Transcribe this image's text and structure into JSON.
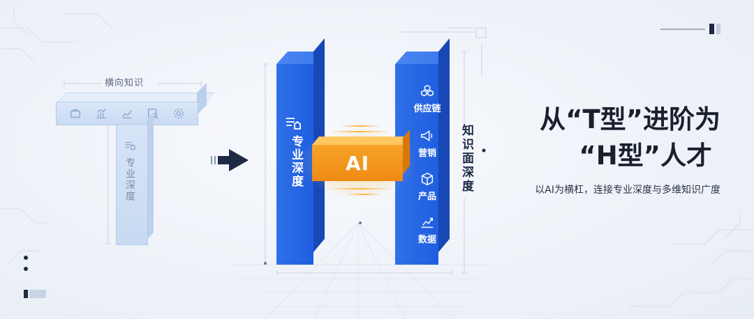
{
  "t_shape": {
    "top_label": "横向知识",
    "stem_text": "专业深度",
    "bar_icons": [
      "briefcase-icon",
      "bar-chart-icon",
      "line-chart-icon",
      "document-search-icon",
      "gear-icon"
    ],
    "stem_icon": "document-list-icon"
  },
  "h_shape": {
    "left_text": "专业深度",
    "ai_label": "AI",
    "right_items": [
      {
        "label": "供应链",
        "icon": "cubes-icon"
      },
      {
        "label": "营销",
        "icon": "megaphone-icon"
      },
      {
        "label": "产品",
        "icon": "box-icon"
      },
      {
        "label": "数据",
        "icon": "trend-chart-icon"
      }
    ],
    "right_side_text": "知识面深度"
  },
  "headline": {
    "line1": "从“T型”进阶为",
    "line2": "“H型”人才"
  },
  "subline": "以AI为横杠，连接专业深度与多维知识广度",
  "colors": {
    "primary_blue": "#2563e8",
    "accent_orange": "#f29418",
    "text_dark": "#1a1f2e",
    "pale_blue": "#c9dbf3"
  }
}
